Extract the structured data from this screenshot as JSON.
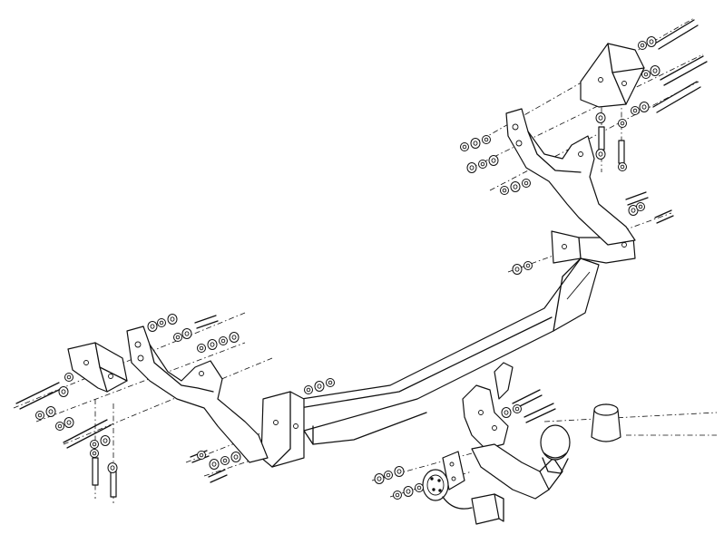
{
  "diagram": {
    "parts": [
      "right-mounting-bracket",
      "right-frame-plate",
      "left-mounting-bracket",
      "left-frame-plate",
      "main-crossbar",
      "towball-neck",
      "towball",
      "towball-cap",
      "electrical-socket-bracket",
      "electrical-socket",
      "wiring-connector"
    ],
    "colors": {
      "line": "#111111",
      "background": "#ffffff"
    }
  }
}
